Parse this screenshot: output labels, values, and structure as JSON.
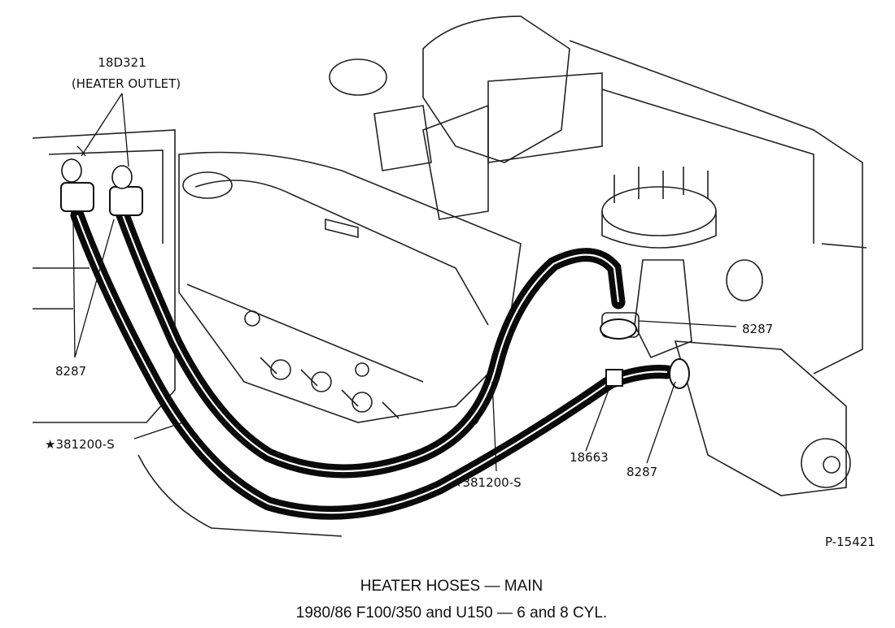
{
  "labels": {
    "heater_outlet_part": "18D321",
    "heater_outlet_desc": "(HEATER OUTLET)",
    "clamp_left": "8287",
    "clip_left": "★381200-S",
    "clip_center": "★381200-S",
    "hose_part": "18663",
    "clamp_bottom_right": "8287",
    "clamp_right": "8287",
    "figure_id": "P-15421"
  },
  "caption": {
    "title": "HEATER HOSES — MAIN",
    "subtitle": "1980/86 F100/350 and U150 — 6 and 8 CYL."
  }
}
